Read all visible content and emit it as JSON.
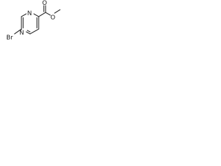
{
  "molecule": {
    "atoms": {
      "n_top": "N",
      "n_bottom": "N",
      "o_carbonyl": "O",
      "o_ester": "O",
      "br": "Br"
    }
  }
}
